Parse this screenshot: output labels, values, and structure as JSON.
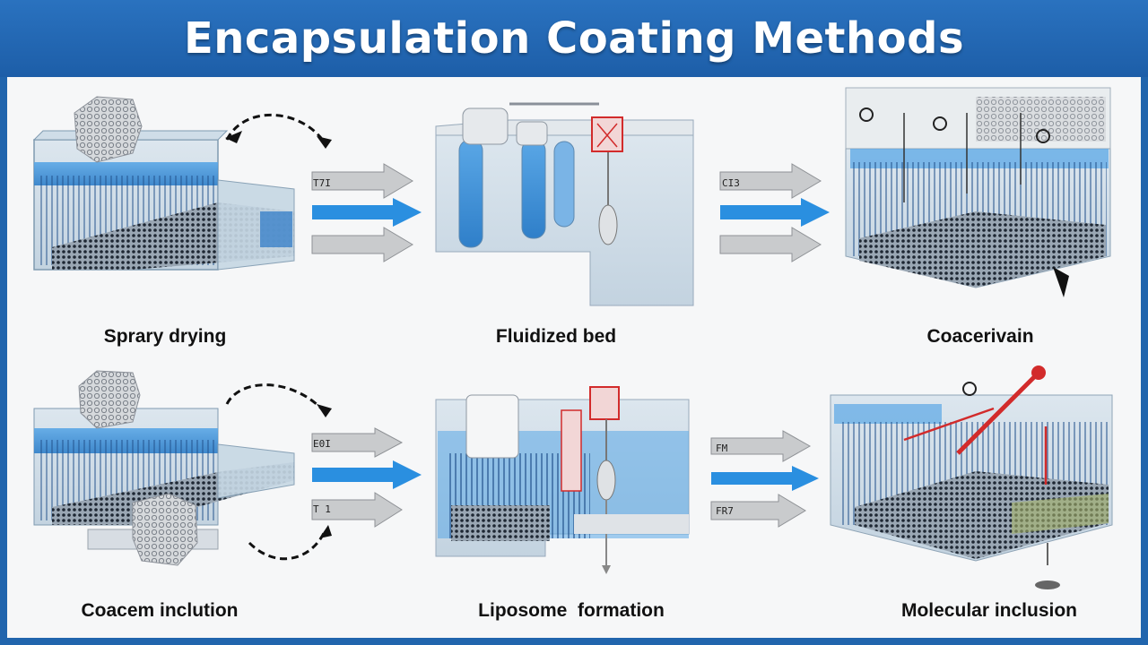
{
  "title": "Encapsulation Coating Methods",
  "methods": [
    {
      "label": "Sprary drying",
      "tag": "T7I"
    },
    {
      "label": "Fluidized bed",
      "tag": ""
    },
    {
      "label": "Coacerivain",
      "tag": "CI3"
    },
    {
      "label": "Coacem inclution",
      "tag": "E0I"
    },
    {
      "label": "Liposome  formation",
      "tag": "FM"
    },
    {
      "label": "Molecular inclusion",
      "tag": "FR7"
    }
  ],
  "extra_tags": {
    "row2_lower": "T 1"
  },
  "colors": {
    "header": "#2165ad",
    "water": "#3c8fd6",
    "arrow_blue": "#2a8fe0",
    "arrow_gray": "#c9cbcd",
    "accent_red": "#d22b2b"
  }
}
